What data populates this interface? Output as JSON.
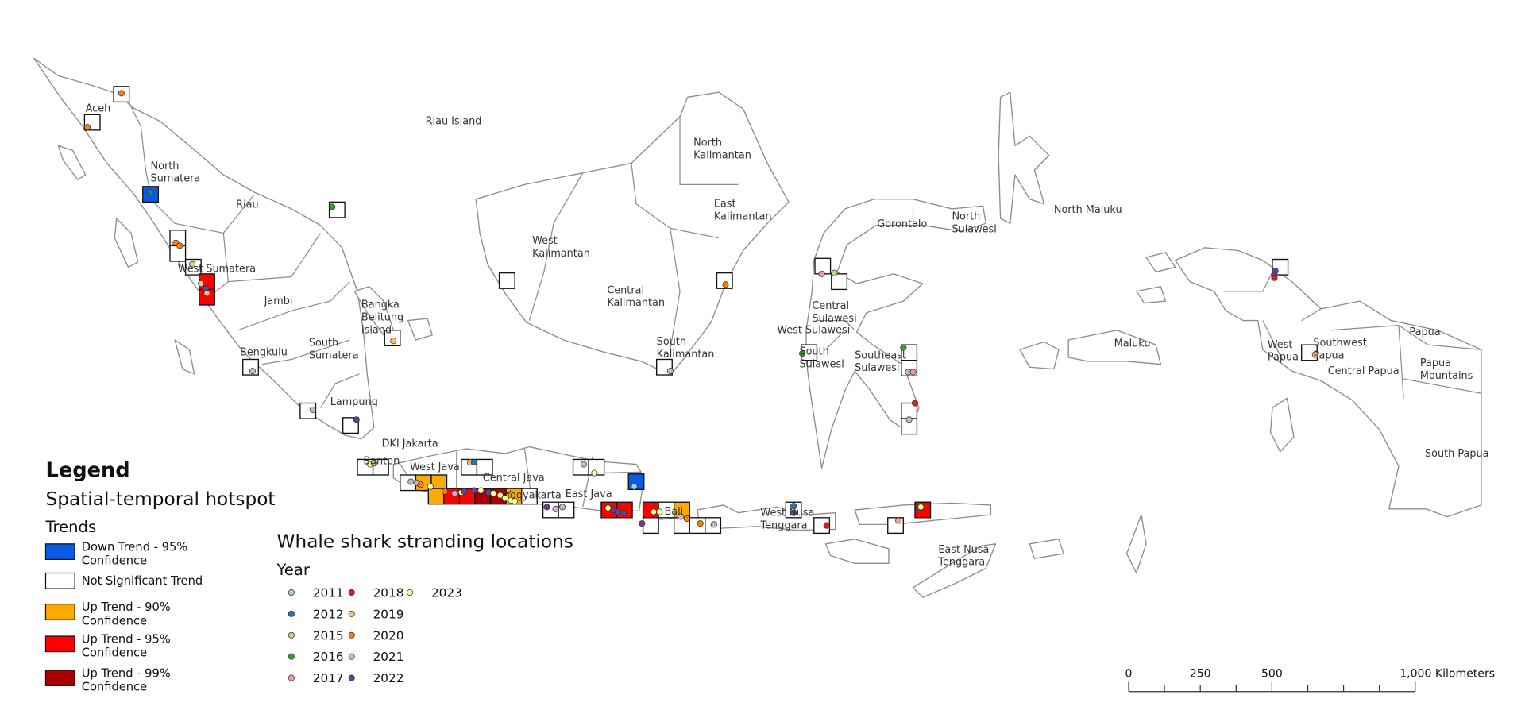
{
  "legend": {
    "title": "Legend",
    "subtitle": "Spatial-temporal hotspot",
    "trends_title": "Trends",
    "trends": [
      {
        "label1": "Down Trend - 95%",
        "label2": "Confidence",
        "color": "#0a5ce6"
      },
      {
        "label1": "Not Significant Trend",
        "label2": "",
        "color": "#ffffff"
      },
      {
        "label1": "Up Trend - 90%",
        "label2": "Confidence",
        "color": "#ffaa00"
      },
      {
        "label1": "Up Trend - 95%",
        "label2": "Confidence",
        "color": "#ff0000"
      },
      {
        "label1": "Up Trend - 99%",
        "label2": "Confidence",
        "color": "#a80000"
      }
    ]
  },
  "strandings": {
    "title": "Whale shark stranding locations",
    "year_title": "Year",
    "years": [
      {
        "label": "2011",
        "color": "#a6cee3"
      },
      {
        "label": "2012",
        "color": "#1f78b4"
      },
      {
        "label": "2015",
        "color": "#b2df8a"
      },
      {
        "label": "2016",
        "color": "#33a02c"
      },
      {
        "label": "2017",
        "color": "#fb9a99"
      },
      {
        "label": "2018",
        "color": "#e31a1c"
      },
      {
        "label": "2019",
        "color": "#fdbf6f"
      },
      {
        "label": "2020",
        "color": "#ff7f00"
      },
      {
        "label": "2021",
        "color": "#cab2d6"
      },
      {
        "label": "2022",
        "color": "#6a3d9a"
      },
      {
        "label": "2023",
        "color": "#ffff99"
      }
    ]
  },
  "scale_bar": {
    "labels": [
      "0",
      "250",
      "500",
      "1,000 Kilometers"
    ]
  },
  "regions": [
    "Aceh",
    "North Sumatera",
    "Riau",
    "Riau Island",
    "West Sumatera",
    "Jambi",
    "Bangka Belitung Island",
    "Bengkulu",
    "South Sumatera",
    "Lampung",
    "DKI Jakarta",
    "Banten",
    "West Java",
    "Central Java",
    "Yogyakarta",
    "East Java",
    "Bali",
    "West Nusa Tenggara",
    "East Nusa Tenggara",
    "West Kalimantan",
    "Central Kalimantan",
    "South Kalimantan",
    "East Kalimantan",
    "North Kalimantan",
    "Gorontalo",
    "North Sulawesi",
    "Central Sulawesi",
    "West Sulawesi",
    "South Sulawesi",
    "Southeast Sulawesi",
    "North Maluku",
    "Maluku",
    "Southwest Papua",
    "West Papua",
    "Central Papua",
    "Papua",
    "Papua Mountains",
    "South Papua"
  ]
}
